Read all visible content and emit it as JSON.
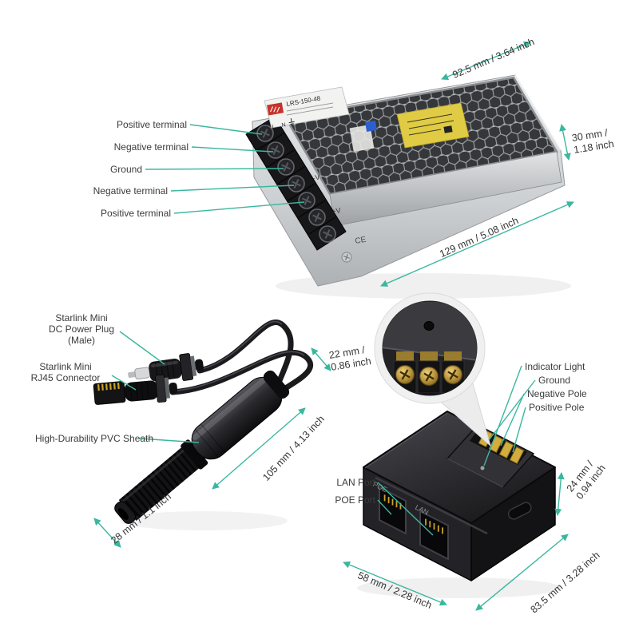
{
  "colors": {
    "accent": "#3bb79f",
    "text": "#3b3b3b",
    "background": "#ffffff"
  },
  "psu": {
    "model": "LRS-150-48",
    "markings": {
      "line": "L",
      "neutral": "N",
      "minus_v": "-V",
      "plus_v": "+V",
      "ce": "CE"
    },
    "callouts": [
      "Positive terminal",
      "Negative terminal",
      "Ground",
      "Negative terminal",
      "Positive terminal"
    ],
    "dims": {
      "width": "92.5 mm / 3.64 inch",
      "height_line1": "30 mm /",
      "height_line2": "1.18 inch",
      "depth": "129 mm / 5.08 inch"
    }
  },
  "cable": {
    "dc_plug_label": {
      "line1": "Starlink Mini",
      "line2": "DC Power Plug",
      "line3": "(Male)"
    },
    "rj45_label": {
      "line1": "Starlink Mini",
      "line2": "RJ45 Connector"
    },
    "sheath_label": "High-Durability PVC Sheath",
    "dims": {
      "diameter_line1": "22 mm /",
      "diameter_line2": "0.86 inch",
      "length": "105 mm / 4.13 inch",
      "tip_diameter": "28 mm / 1.1 inch"
    }
  },
  "injector": {
    "ports": {
      "poe": "POE",
      "lan": "LAN"
    },
    "callouts": {
      "indicator": "Indicator Light",
      "ground": "Ground",
      "negative": "Negative Pole",
      "positive": "Positive Pole",
      "lan_port": "LAN Port",
      "poe_port": "POE Port"
    },
    "dims": {
      "height_line1": "24 mm /",
      "height_line2": "0.94 inch",
      "width": "58 mm / 2.28 inch",
      "depth": "83.5 mm / 3.28 inch"
    }
  }
}
